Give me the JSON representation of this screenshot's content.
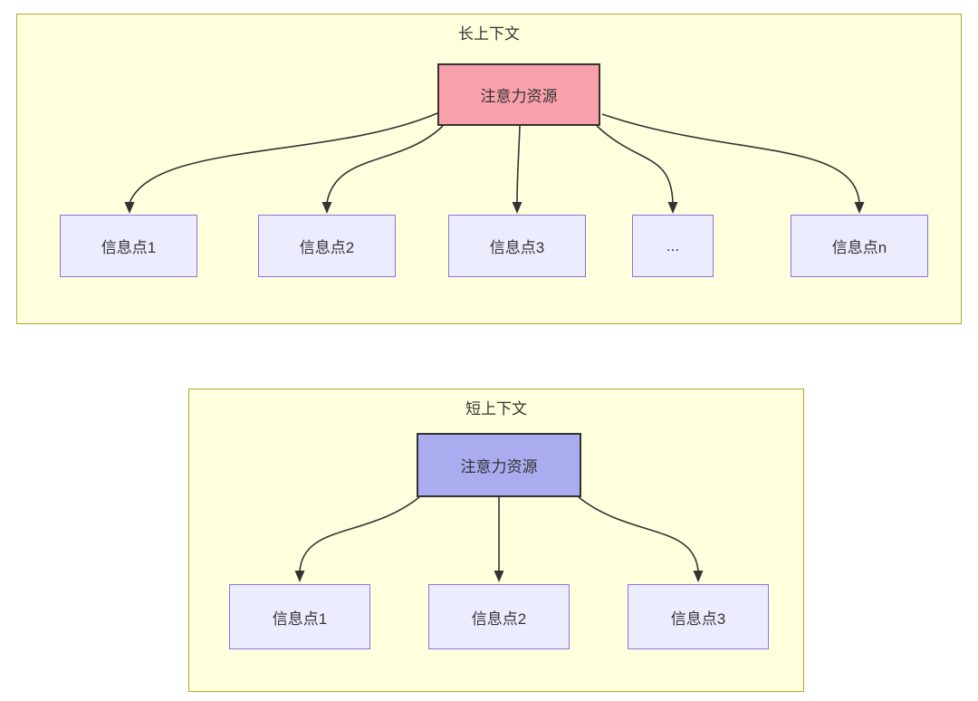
{
  "colors": {
    "canvas_bg": "#ffffff",
    "subgraph_fill": "#ffffde",
    "subgraph_border": "#aaaa33",
    "info_node_fill": "#ececff",
    "info_node_border": "#9370db",
    "attention_long_fill": "#f9a1ab",
    "attention_short_fill": "#ababf0",
    "attention_border": "#333333",
    "edge_color": "#333333",
    "text_color": "#333333"
  },
  "long_context": {
    "title": "长上下文",
    "attention_label": "注意力资源",
    "info_points": [
      "信息点1",
      "信息点2",
      "信息点3",
      "...",
      "信息点n"
    ]
  },
  "short_context": {
    "title": "短上下文",
    "attention_label": "注意力资源",
    "info_points": [
      "信息点1",
      "信息点2",
      "信息点3"
    ]
  }
}
